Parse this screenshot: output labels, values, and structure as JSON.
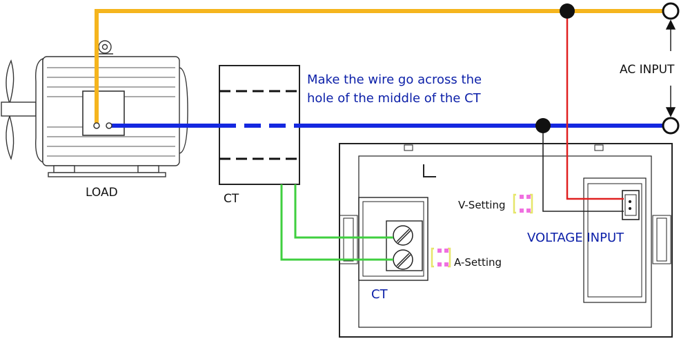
{
  "labels": {
    "load": "LOAD",
    "ct_sensor": "CT",
    "instruction_line1": "Make the wire go across the",
    "instruction_line2": "hole of the middle of the CT",
    "ac_input": "AC  INPUT",
    "v_setting": "V-Setting",
    "a_setting": "A-Setting",
    "voltage_input": "VOLTAGE  INPUT",
    "ct_terminal": "CT"
  },
  "colors": {
    "live_wire": "#f5b51e",
    "neutral_wire": "#1428e0",
    "voltage_wire": "#e02020",
    "ct_wire": "#3fcf3f",
    "instruction_text": "#0b1fa8",
    "setting_marker": "#f070e0",
    "setting_frame": "#e6e66a"
  }
}
